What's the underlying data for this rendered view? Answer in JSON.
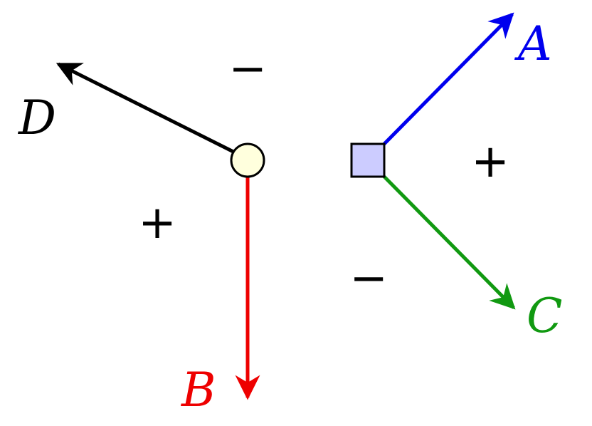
{
  "colors": {
    "A": "#0000ee",
    "B": "#ee0000",
    "C": "#119911",
    "D": "#000000",
    "circle_fill": "#ffffdd",
    "square_fill": "#ccccff"
  },
  "labels": {
    "A": "A",
    "B": "B",
    "C": "C",
    "D": "D"
  },
  "signs": {
    "left_top": "−",
    "left_bottom": "+",
    "right_top": "+",
    "right_bottom": "−"
  },
  "nodes": {
    "circle": "circle-node",
    "square": "square-node"
  }
}
